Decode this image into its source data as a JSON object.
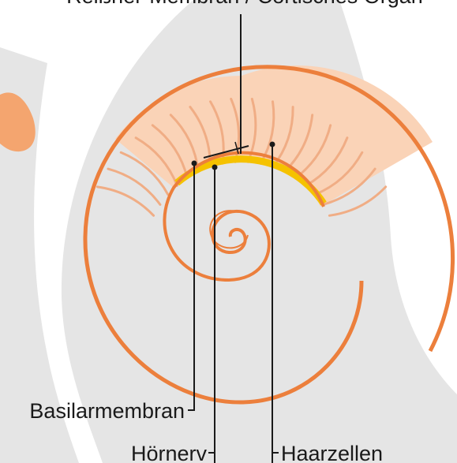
{
  "diagram": {
    "top_caption": "Reißner-Membran / Cortisches Organ",
    "labels": {
      "basilar_membrane": "Basilarmembran",
      "auditory_nerve": "Hörnerv",
      "hair_cells": "Haarzellen"
    },
    "colors": {
      "background_band": "#e5e5e5",
      "peach_blob": "#f4a56f",
      "sector_fill": "#fad3b7",
      "hair_strands": "#f0ad85",
      "spiral_stroke": "#ec7f3c",
      "membrane_yellow": "#f5c200",
      "leader_lines": "#1a1a1a"
    }
  }
}
